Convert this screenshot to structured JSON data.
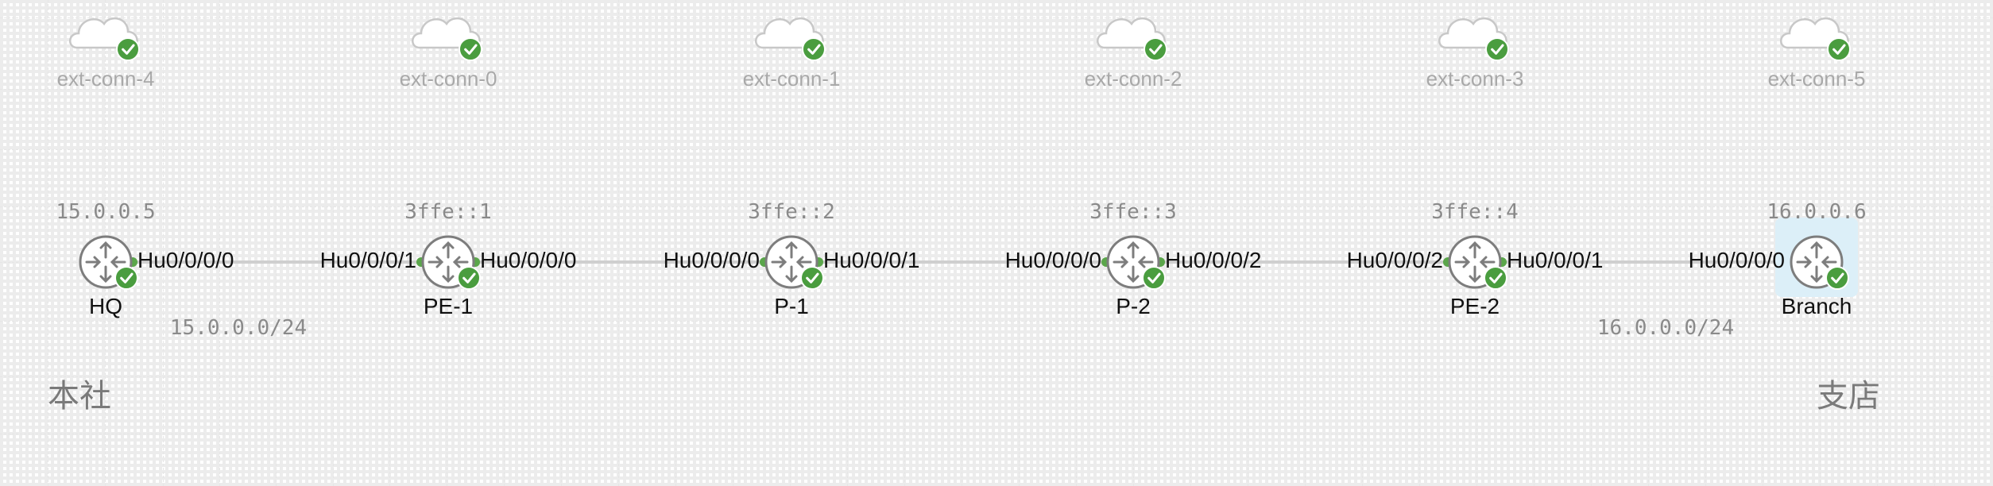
{
  "diagram": {
    "colors": {
      "router_stroke": "#7d7d7d",
      "status_ok": "#4a9d3f",
      "link": "#cfcfcf",
      "port_dot": "#5aa64a",
      "cloud_stroke": "#c8c8c8",
      "selected_bg": "#dceff8"
    },
    "clouds": [
      {
        "name": "ext-conn-4",
        "status": "ok"
      },
      {
        "name": "ext-conn-0",
        "status": "ok"
      },
      {
        "name": "ext-conn-1",
        "status": "ok"
      },
      {
        "name": "ext-conn-2",
        "status": "ok"
      },
      {
        "name": "ext-conn-3",
        "status": "ok"
      },
      {
        "name": "ext-conn-5",
        "status": "ok"
      }
    ],
    "nodes": [
      {
        "name": "HQ",
        "address": "15.0.0.5",
        "icon": "router-icon",
        "status": "ok",
        "selected": false
      },
      {
        "name": "PE-1",
        "address": "3ffe::1",
        "icon": "router-icon",
        "status": "ok",
        "selected": false
      },
      {
        "name": "P-1",
        "address": "3ffe::2",
        "icon": "router-icon",
        "status": "ok",
        "selected": false
      },
      {
        "name": "P-2",
        "address": "3ffe::3",
        "icon": "router-icon",
        "status": "ok",
        "selected": false
      },
      {
        "name": "PE-2",
        "address": "3ffe::4",
        "icon": "router-icon",
        "status": "ok",
        "selected": false
      },
      {
        "name": "Branch",
        "address": "16.0.0.6",
        "icon": "router-icon",
        "status": "ok",
        "selected": true
      }
    ],
    "links": [
      {
        "a_iface": "Hu0/0/0/0",
        "b_iface": "Hu0/0/0/1",
        "subnet": "15.0.0.0/24"
      },
      {
        "a_iface": "Hu0/0/0/0",
        "b_iface": "Hu0/0/0/0",
        "subnet": ""
      },
      {
        "a_iface": "Hu0/0/0/1",
        "b_iface": "Hu0/0/0/0",
        "subnet": ""
      },
      {
        "a_iface": "Hu0/0/0/2",
        "b_iface": "Hu0/0/0/2",
        "subnet": ""
      },
      {
        "a_iface": "Hu0/0/0/1",
        "b_iface": "Hu0/0/0/0",
        "subnet": "16.0.0.0/24"
      }
    ],
    "sites": {
      "left": "本社",
      "right": "支店"
    }
  }
}
